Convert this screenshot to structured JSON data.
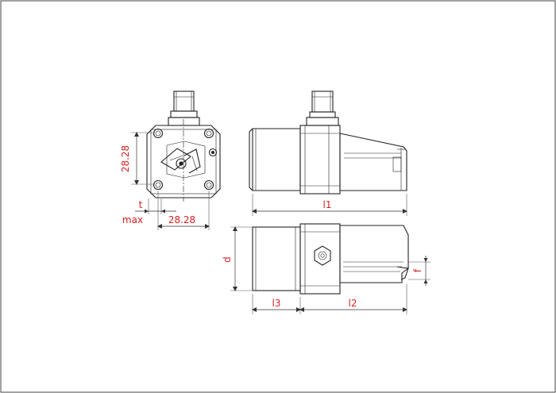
{
  "labels": {
    "end_view_height": "28.28",
    "end_view_width": "28.28",
    "t": "t",
    "max": "max",
    "l1": "l1",
    "l2": "l2",
    "l3": "l3",
    "d": "d",
    "f": "f"
  },
  "colors": {
    "dimension_text": "#d42020",
    "drawing_lines": "#222222"
  }
}
